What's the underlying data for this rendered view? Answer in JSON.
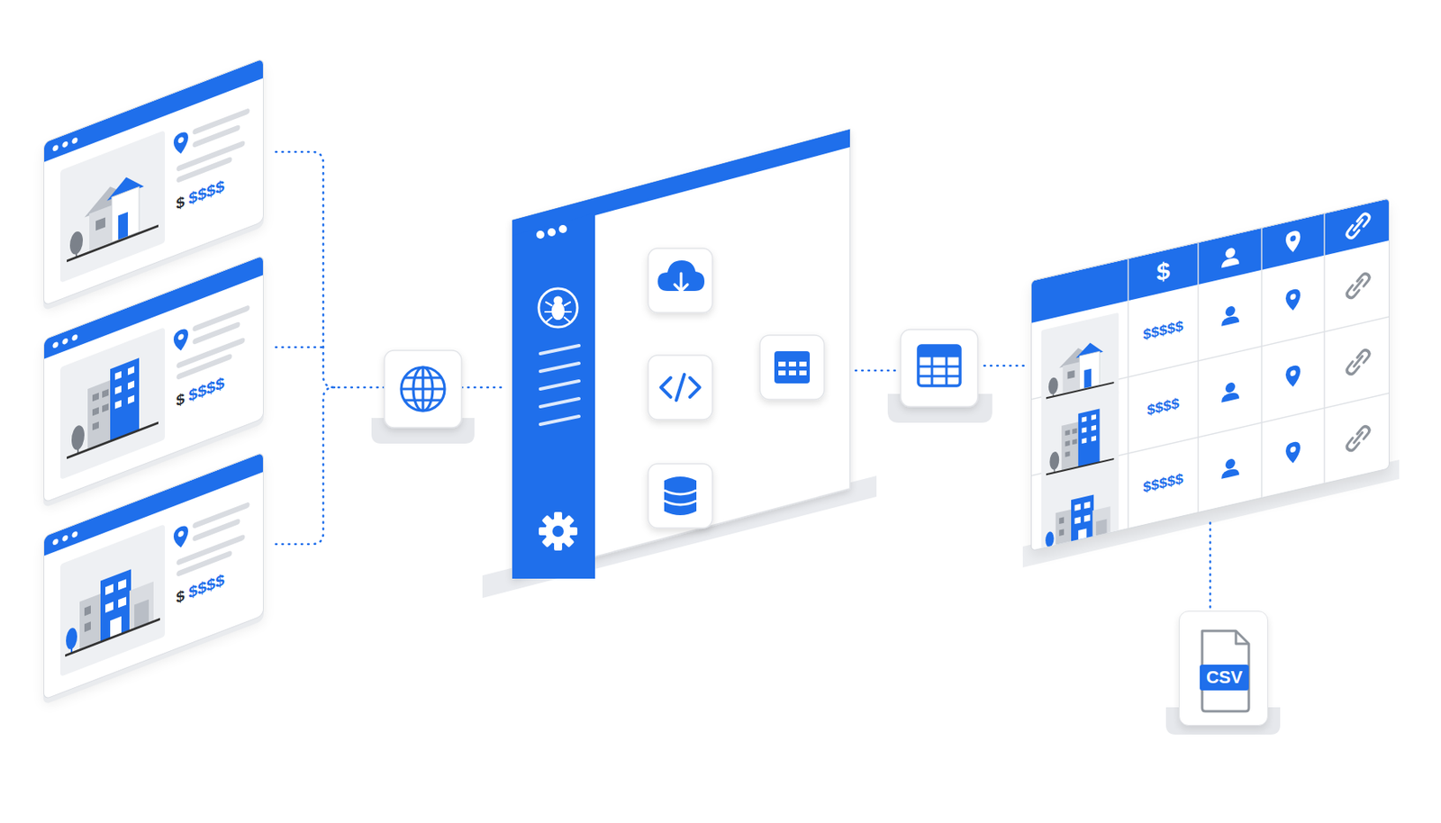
{
  "diagram": {
    "nodes": [
      {
        "text": [
          "$",
          "$$$$"
        ]
      },
      {
        "text": [
          "$",
          "$$$$"
        ]
      },
      {
        "text": [
          "$",
          "$$$$"
        ]
      },
      {
        "text": [
          "$",
          "$$$$$",
          "$$$$",
          "$$$$$"
        ]
      },
      {
        "text": [
          "CSV"
        ]
      }
    ],
    "edges": [
      {
        "from": 3,
        "to": 4,
        "arrow": "none"
      }
    ]
  }
}
